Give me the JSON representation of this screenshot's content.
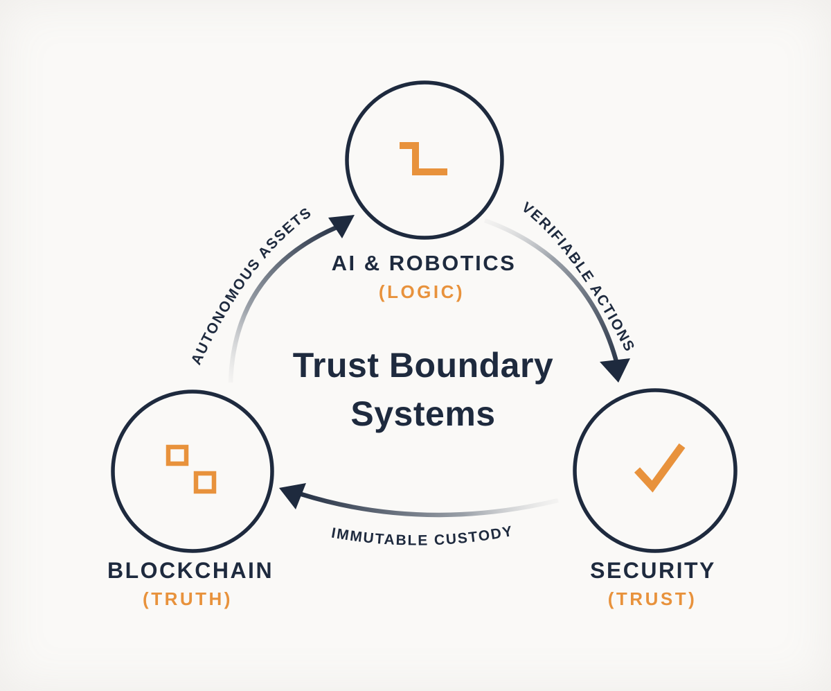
{
  "title": "Trust Boundary Systems",
  "nodes": {
    "ai": {
      "label": "AI & ROBOTICS",
      "sublabel": "(LOGIC)",
      "icon": "step-circuit-icon"
    },
    "security": {
      "label": "SECURITY",
      "sublabel": "(TRUST)",
      "icon": "checkmark-icon"
    },
    "blockchain": {
      "label": "BLOCKCHAIN",
      "sublabel": "(TRUTH)",
      "icon": "blocks-icon"
    }
  },
  "edges": {
    "autonomous_assets": {
      "label": "AUTONOMOUS ASSETS",
      "from": "blockchain",
      "to": "ai"
    },
    "verifiable_actions": {
      "label": "VERIFIABLE ACTIONS",
      "from": "ai",
      "to": "security"
    },
    "immutable_custody": {
      "label": "IMMUTABLE CUSTODY",
      "from": "security",
      "to": "blockchain"
    }
  },
  "colors": {
    "navy": "#1e2a3e",
    "orange": "#e8923c",
    "background": "#faf9f7",
    "arrow_light": "#e2e2e2",
    "arrow_mid": "#9aa0a8"
  }
}
